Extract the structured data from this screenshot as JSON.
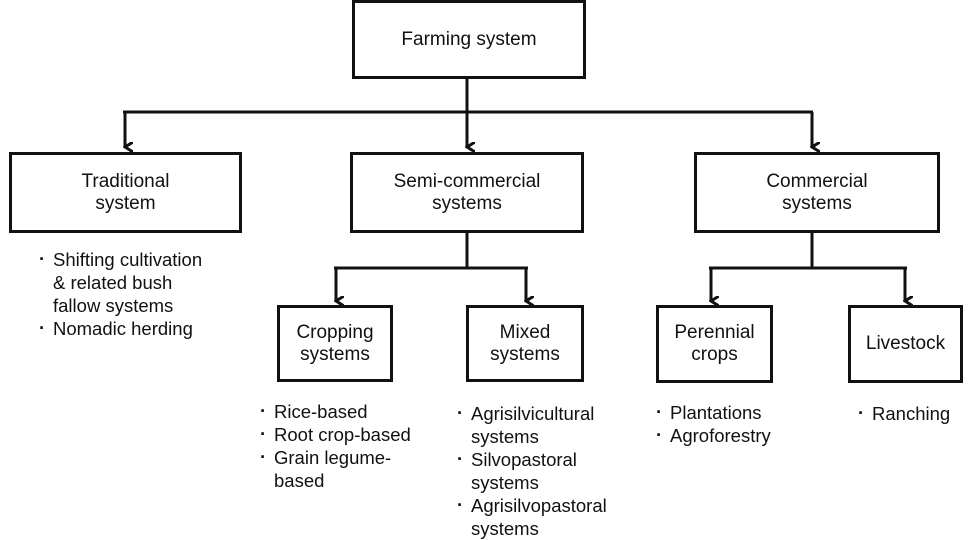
{
  "nodes": {
    "root": "Farming system",
    "traditional": "Traditional\nsystem",
    "semi_commercial": "Semi-commercial\nsystems",
    "commercial": "Commercial\nsystems",
    "cropping": "Cropping\nsystems",
    "mixed": "Mixed\nsystems",
    "perennial": "Perennial\ncrops",
    "livestock": "Livestock"
  },
  "lists": {
    "traditional": [
      "Shifting cultivation\n& related bush\nfallow systems",
      "Nomadic herding"
    ],
    "cropping": [
      "Rice-based",
      "Root crop-based",
      "Grain legume-\nbased"
    ],
    "mixed": [
      "Agrisilvicultural\nsystems",
      "Silvopastoral\nsystems",
      "Agrisilvopastoral\nsystems"
    ],
    "perennial": [
      "Plantations",
      "Agroforestry"
    ],
    "livestock": [
      "Ranching"
    ]
  },
  "colors": {
    "line": "#111111",
    "background": "#ffffff"
  }
}
